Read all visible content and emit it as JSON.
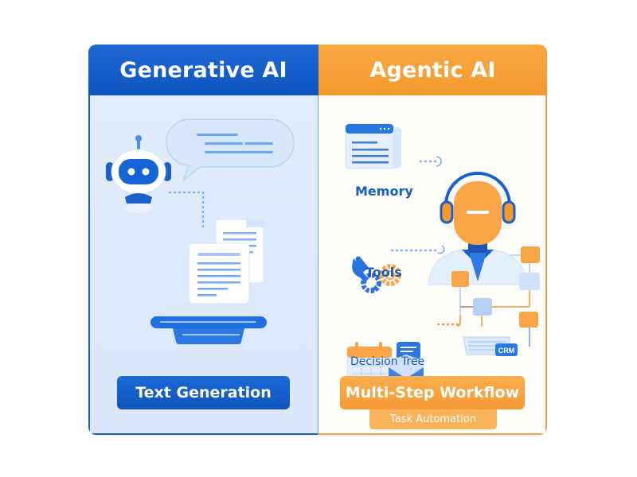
{
  "left_panel": {
    "title": "Generative AI",
    "label": "Text Generation",
    "illustration": [
      "robot-icon",
      "speech-bubble-icon",
      "document-icon",
      "document-stack-icon",
      "tray-icon"
    ]
  },
  "right_panel": {
    "title": "Agentic AI",
    "items": [
      {
        "label": "Memory",
        "icon": "memory-window-icon"
      },
      {
        "label": "Tools",
        "icon": "wrench-gear-icon"
      },
      {
        "label": "Decision Tree",
        "icon": "calendar-mail-icon"
      }
    ],
    "agent": "agent-headset-icon",
    "flowchart": {
      "endpoint_label": "CRM"
    },
    "label": "Multi-Step Workflow",
    "sublabel": "Task Automation"
  },
  "colors": {
    "blue": "#0f55c0",
    "orange": "#f39a2f",
    "left_bg": "#dce9fb",
    "right_bg": "#fffdfa"
  }
}
